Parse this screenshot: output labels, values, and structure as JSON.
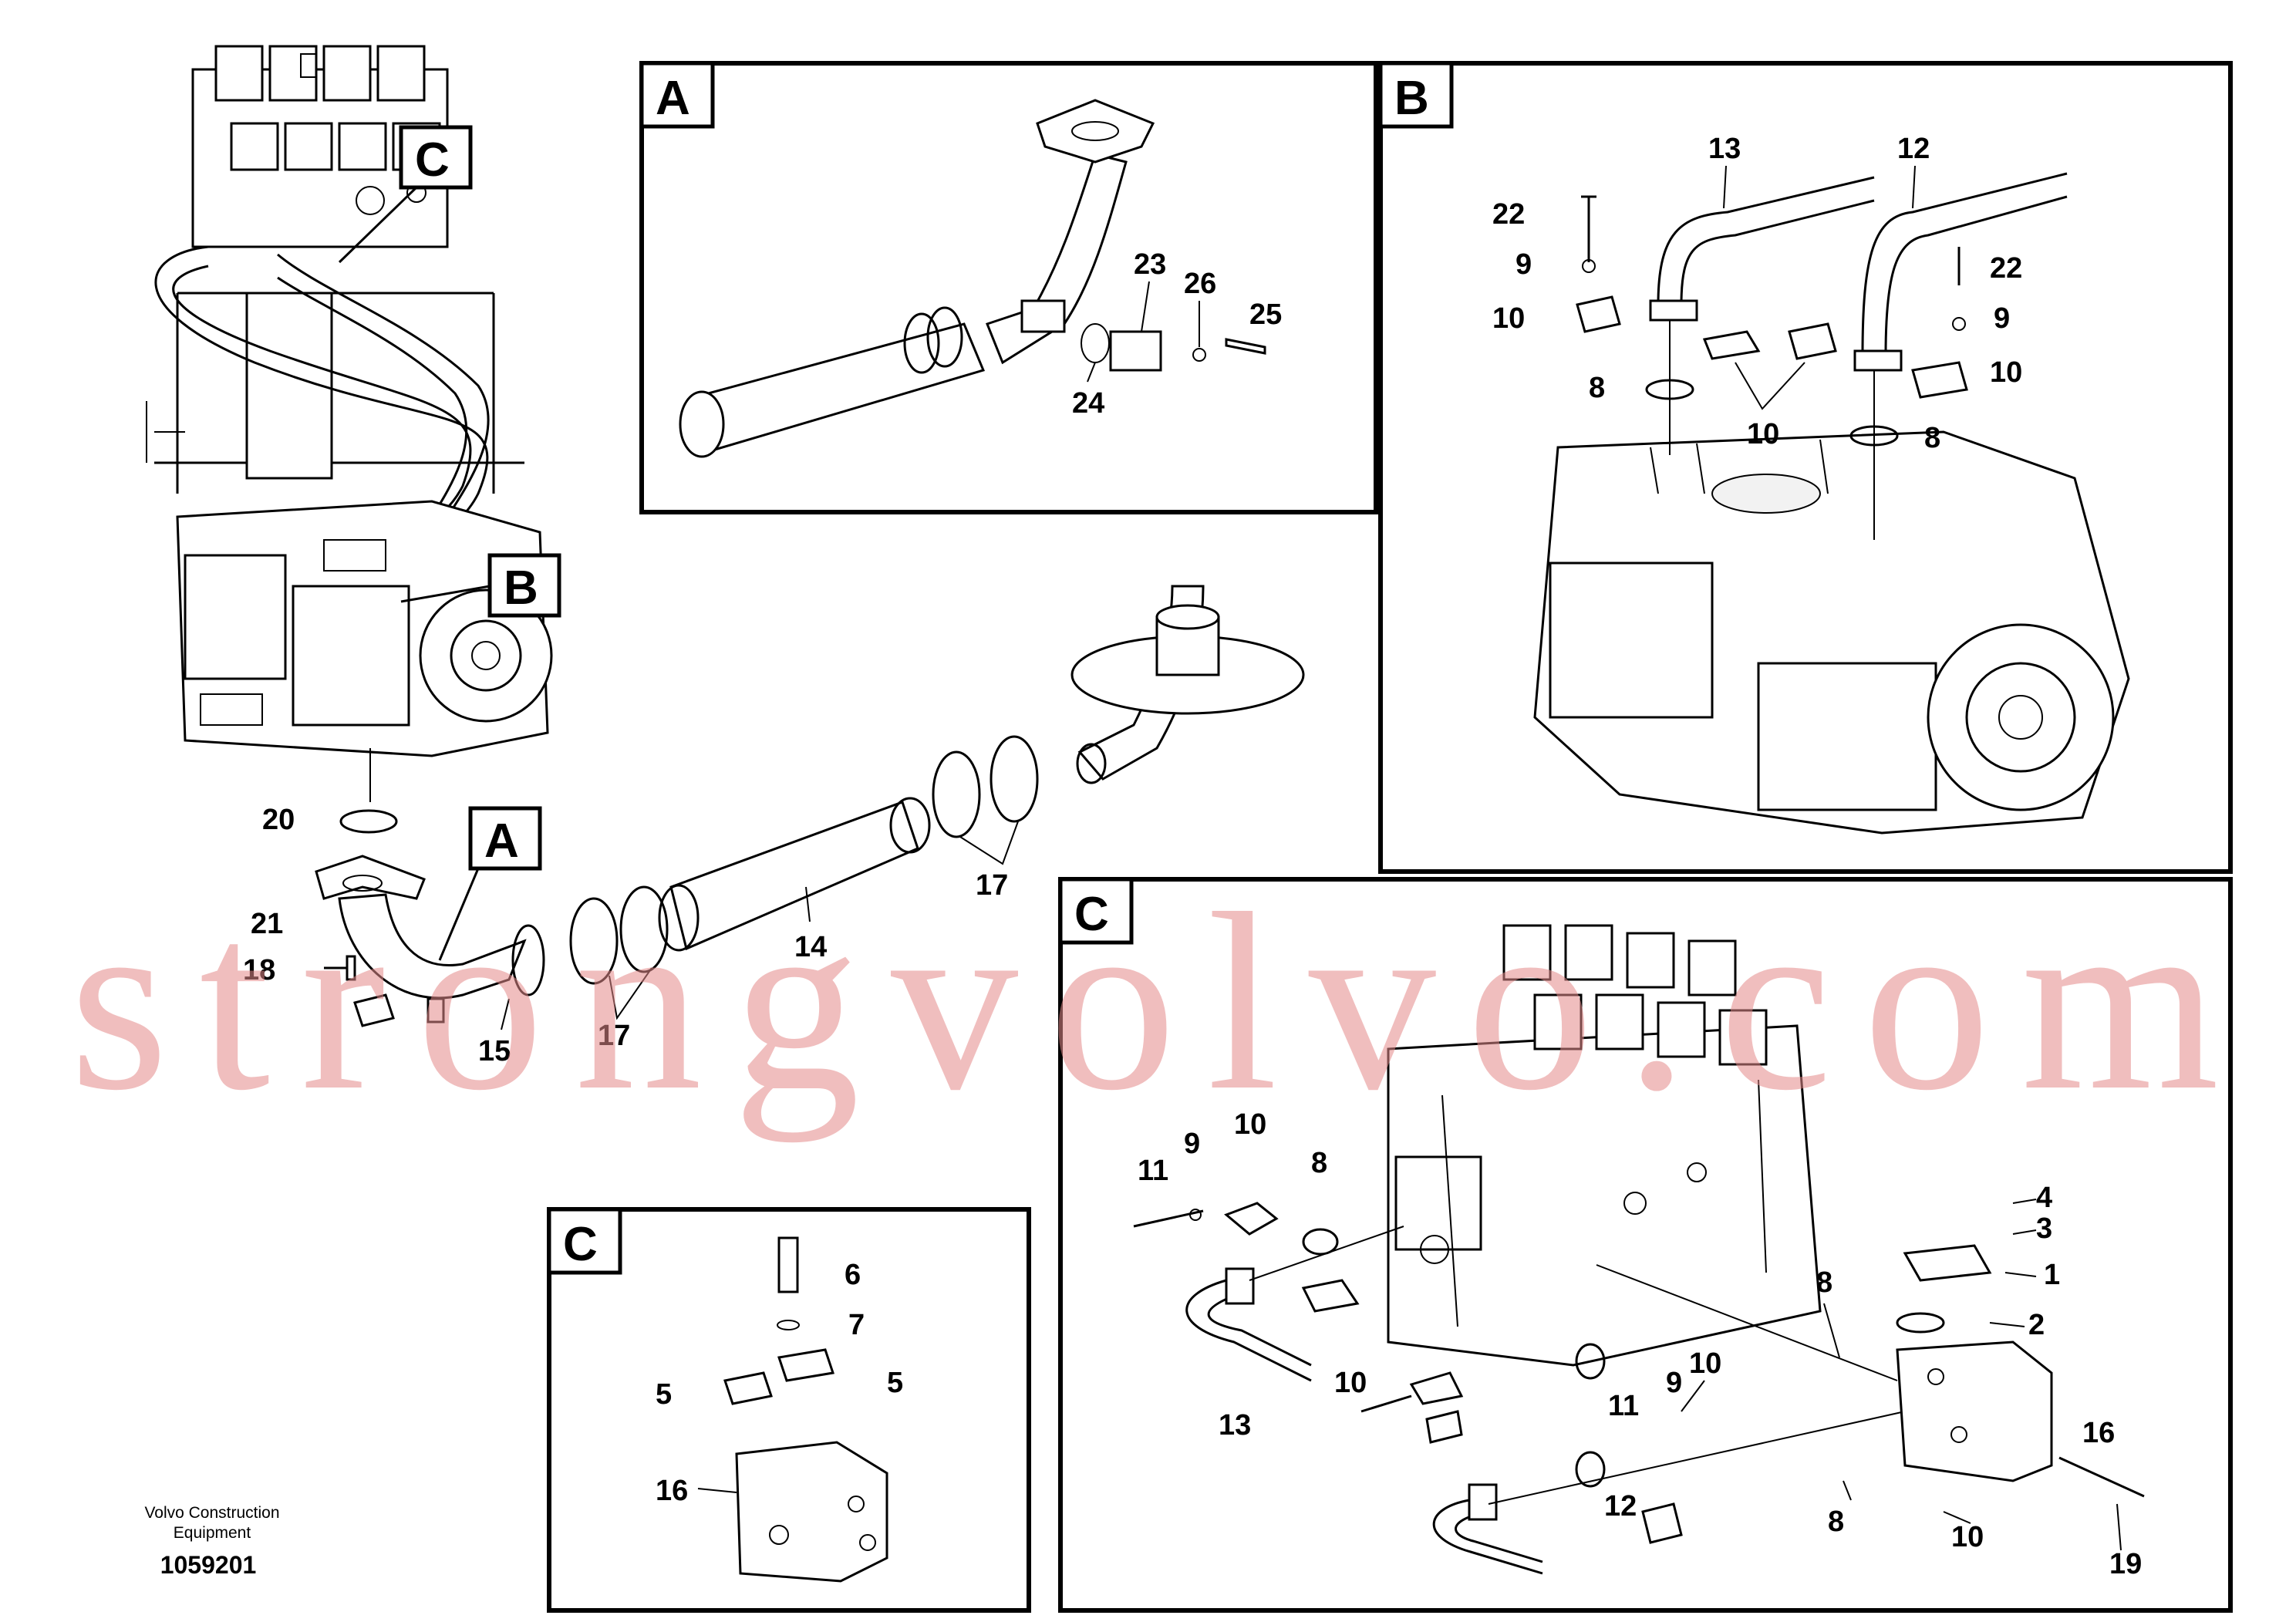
{
  "panels": {
    "A": {
      "title": "A"
    },
    "B": {
      "title": "B"
    },
    "C_main": {
      "title": "C"
    },
    "C_small": {
      "title": "C"
    }
  },
  "callouts": {
    "A": "A",
    "B": "B",
    "C": "C"
  },
  "labels": {
    "main": [
      "15",
      "17",
      "17",
      "18",
      "14",
      "21",
      "20"
    ],
    "panelA": [
      "23",
      "24",
      "25",
      "26"
    ],
    "panelB": [
      "22",
      "9",
      "10",
      "8",
      "13",
      "12",
      "22",
      "9",
      "10",
      "8",
      "10"
    ],
    "panelCsmall": [
      "6",
      "7",
      "5",
      "5",
      "16"
    ],
    "panelCmain": [
      "11",
      "9",
      "10",
      "8",
      "13",
      "10",
      "4",
      "3",
      "1",
      "2",
      "8",
      "10",
      "11",
      "9",
      "16",
      "12",
      "8",
      "10",
      "19"
    ]
  },
  "watermark": "strongvolvo.com",
  "footer": {
    "company_line1": "Volvo Construction",
    "company_line2": "Equipment",
    "drawing_number": "1059201"
  }
}
